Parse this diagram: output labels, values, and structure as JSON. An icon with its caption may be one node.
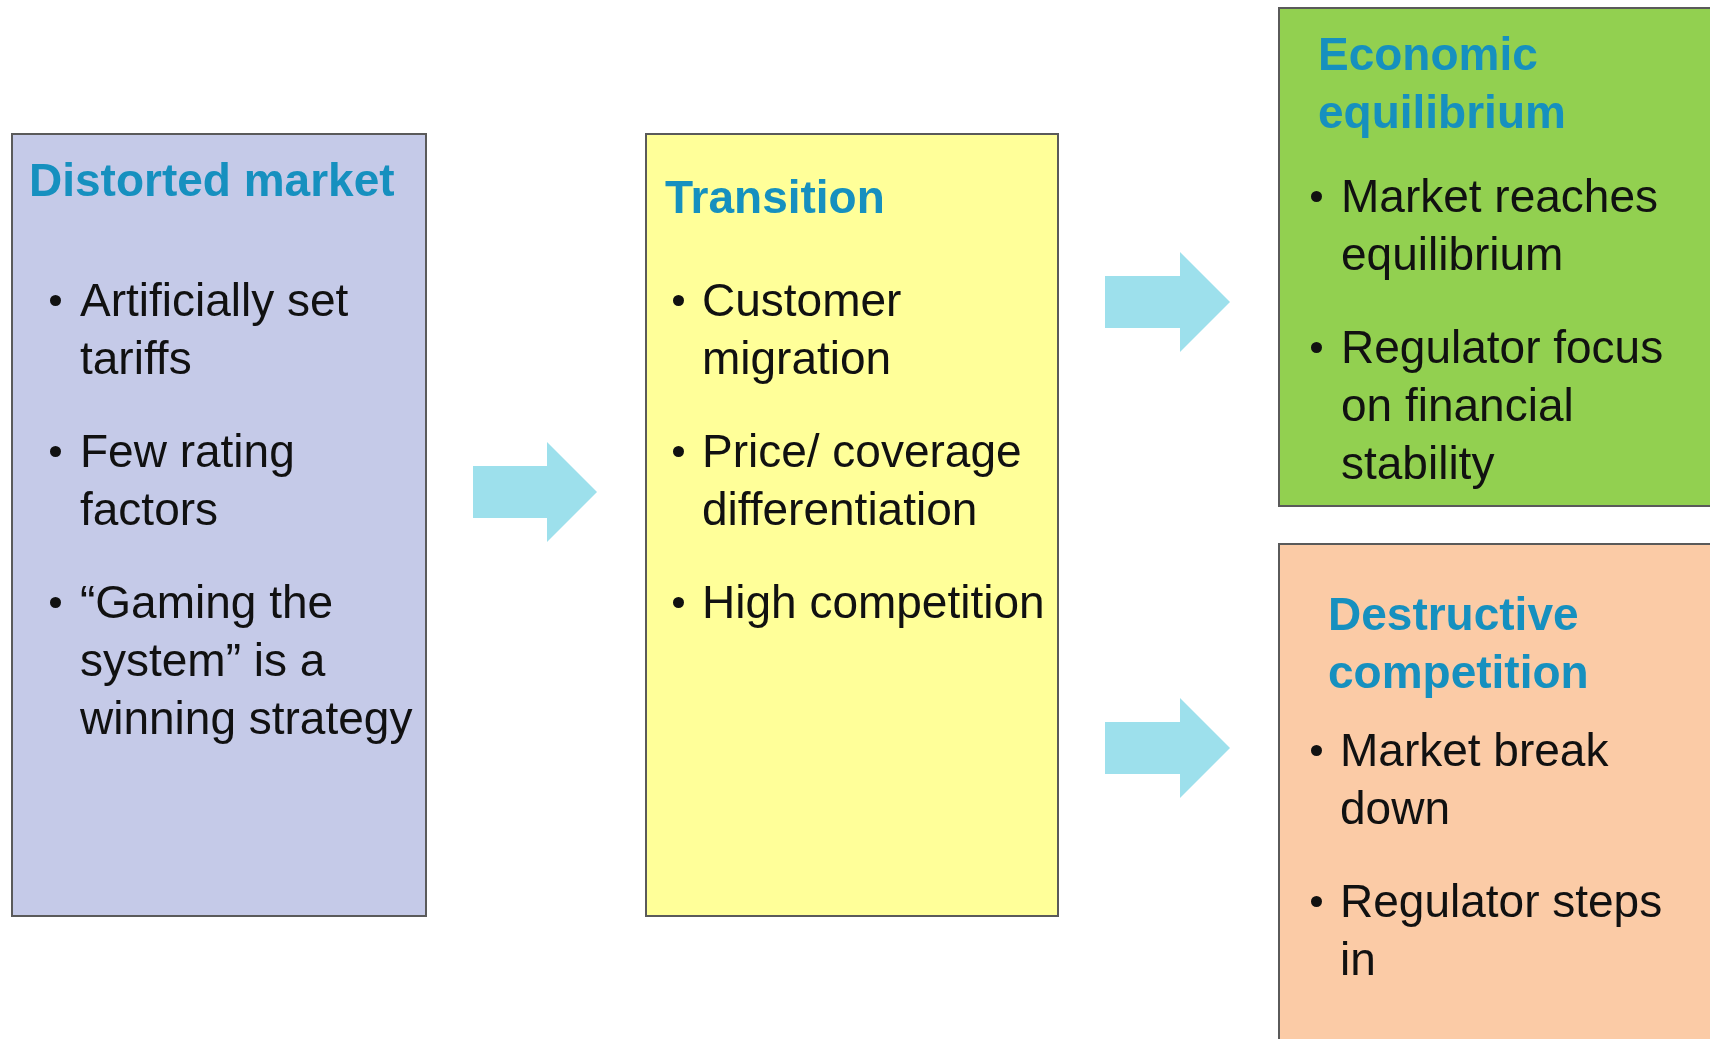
{
  "diagram": {
    "nodes": [
      {
        "text": [
          "Distorted market",
          "Artificially set tariffs",
          "Few rating factors",
          "“Gaming the system” is a winning strategy"
        ]
      },
      {
        "text": [
          "Transition",
          "Customer migration",
          "Price/ coverage differentiation",
          "High competition"
        ]
      },
      {
        "text": [
          "Economic equilibrium",
          "Market reaches equilibrium",
          "Regulator focus on financial stability"
        ]
      },
      {
        "text": [
          "Destructive competition",
          "Market break down",
          "Regulator steps in"
        ]
      }
    ],
    "edges": [
      {
        "from": 0,
        "to": 1,
        "arrow": "to"
      },
      {
        "from": 1,
        "to": 2,
        "arrow": "to"
      },
      {
        "from": 1,
        "to": 3,
        "arrow": "to"
      }
    ]
  }
}
